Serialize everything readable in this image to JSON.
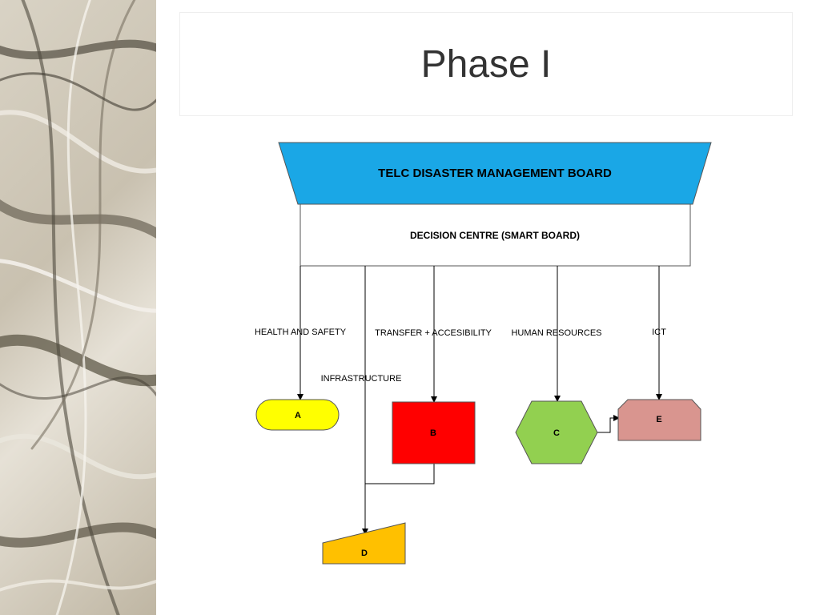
{
  "slide": {
    "title": "Phase I"
  },
  "diagram": {
    "board_label": "TELC DISASTER MANAGEMENT BOARD",
    "decision_label": "DECISION CENTRE (SMART BOARD)",
    "branches": {
      "health": "HEALTH AND SAFETY",
      "transfer": "TRANSFER + ACCESIBILITY",
      "hr": "HUMAN RESOURCES",
      "ict": "ICT",
      "infrastructure": "INFRASTRUCTURE"
    },
    "nodes": {
      "a": "A",
      "b": "B",
      "c": "C",
      "d": "D",
      "e": "E"
    },
    "colors": {
      "board": "#1aa7e6",
      "node_a": "#ffff00",
      "node_b": "#ff0000",
      "node_c": "#92d050",
      "node_d": "#ffc000",
      "node_e": "#d9958f"
    }
  }
}
